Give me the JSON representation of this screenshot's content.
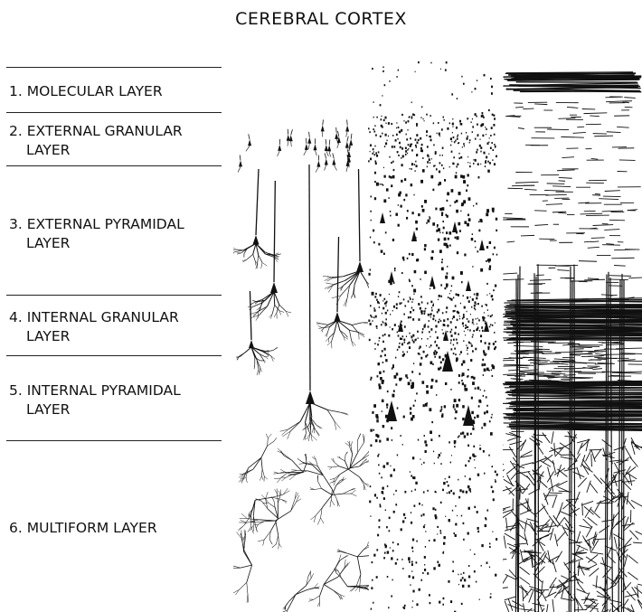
{
  "title": "CEREBRAL CORTEX",
  "layers": [
    {
      "number": "1.",
      "name": "MOLECULAR LAYER",
      "lines": [
        "1. MOLECULAR LAYER"
      ]
    },
    {
      "number": "2.",
      "name": "EXTERNAL GRANULAR LAYER",
      "lines": [
        "2. EXTERNAL GRANULAR",
        "LAYER"
      ]
    },
    {
      "number": "3.",
      "name": "EXTERNAL PYRAMIDAL LAYER",
      "lines": [
        "3. EXTERNAL PYRAMIDAL",
        "LAYER"
      ]
    },
    {
      "number": "4.",
      "name": "INTERNAL GRANULAR LAYER",
      "lines": [
        "4. INTERNAL GRANULAR",
        "LAYER"
      ]
    },
    {
      "number": "5.",
      "name": "INTERNAL PYRAMIDAL LAYER",
      "lines": [
        "5. INTERNAL PYRAMIDAL",
        "LAYER"
      ]
    },
    {
      "number": "6.",
      "name": "MULTIFORM LAYER",
      "lines": [
        "6. MULTIFORM LAYER"
      ]
    }
  ],
  "panels": [
    {
      "name": "golgi-stain-panel",
      "depicts": "neuron-dendrites"
    },
    {
      "name": "nissl-stain-panel",
      "depicts": "cell-bodies"
    },
    {
      "name": "weigert-stain-panel",
      "depicts": "myelinated-fibers"
    }
  ]
}
